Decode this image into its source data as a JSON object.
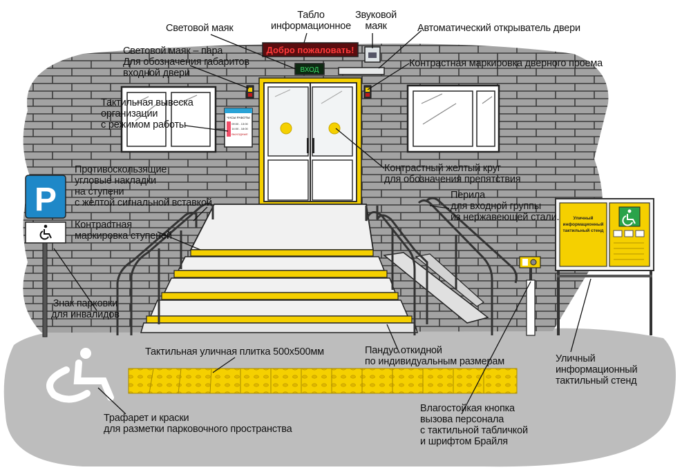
{
  "colors": {
    "yellow": "#f5d000",
    "wall": "#9a9a9a",
    "ground": "#b8b8b8",
    "sign_blue": "#1e88c8",
    "sign_green": "#2aa34a",
    "led_red": "#c0181c",
    "led_green": "#3ee06a"
  },
  "labels": {
    "tablo": [
      "Табло",
      "информационное"
    ],
    "sound_beacon": [
      "Звуковой",
      "маяк"
    ],
    "light_beacon": "Световой маяк",
    "auto_opener": "Автоматический открыватель двери",
    "light_beacon_pair": [
      "Световой маяк – пара",
      "Для обозначения габаритов",
      "входной двери"
    ],
    "contrast_door": "Контрастная маркировка дверного проема",
    "tactile_sign": [
      "Тактильная вывеска",
      "организации",
      "с режимом работы"
    ],
    "yellow_circle": [
      "Контрастный желтый круг",
      "для обозначения препятствия"
    ],
    "antislip": [
      "Противоскользящие",
      "угловые накладки",
      "на ступени",
      "с желтой сигнальной вставкой"
    ],
    "railings": [
      "Перила",
      "для входной группы",
      "из нержавеющей стали."
    ],
    "step_marking": [
      "Контрастная",
      "маркировка ступеней"
    ],
    "parking_sign": [
      "Знак парковки",
      "для инвалидов"
    ],
    "tactile_tile": "Тактильная уличная плитка 500х500мм",
    "ramp": [
      "Пандус откидной",
      "по индивидуальным размерам"
    ],
    "street_stand": [
      "Уличный",
      "информационный",
      "тактильный стенд"
    ],
    "stencil": [
      "Трафарет и краски",
      "для разметки парковочного пространства"
    ],
    "call_button": [
      "Влагостойкая кнопка",
      "вызова персонала",
      "с тактильной табличкой",
      "и шрифтом Брайля"
    ]
  },
  "scene_text": {
    "led_board": "Добро пожаловать!",
    "exit_sign": "ВХОД",
    "parking_letter": "P",
    "hours_title": "ЧАСЫ РАБОТЫ",
    "hours_rows": [
      "09:00 - 13:00",
      "14:00 - 18:00"
    ],
    "hours_note": "ВЫХОДНЫЕ",
    "stand_title": [
      "Уличный",
      "информационный",
      "тактильный стенд"
    ]
  }
}
